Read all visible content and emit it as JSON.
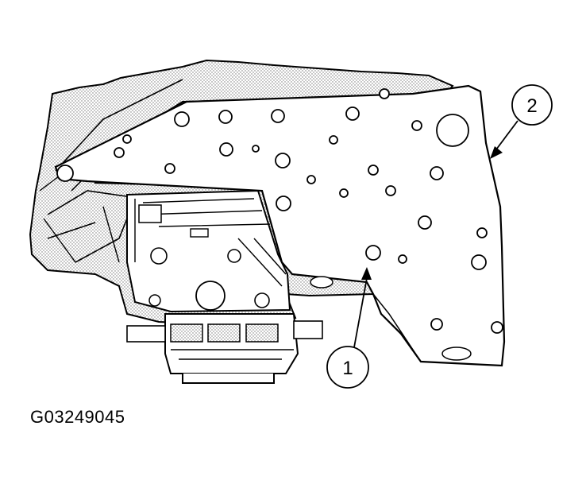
{
  "figure": {
    "id_label": "G03249045"
  },
  "callouts": [
    {
      "number": "1",
      "part": "valve-body-bolt-hole"
    },
    {
      "number": "2",
      "part": "separator-plate"
    }
  ],
  "colors": {
    "line": "#000000",
    "background": "#ffffff",
    "shade": "#cfcfcf"
  }
}
